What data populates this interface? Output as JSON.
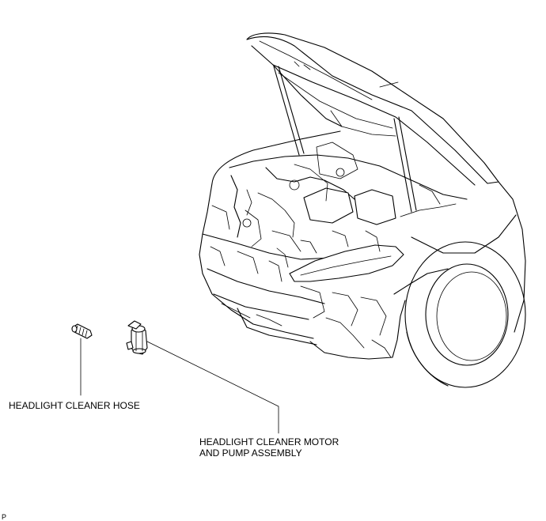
{
  "labels": {
    "hose": "HEADLIGHT CLEANER HOSE",
    "motor_line1": "HEADLIGHT CLEANER MOTOR",
    "motor_line2": "AND PUMP ASSEMBLY",
    "figure_code": "P"
  },
  "colors": {
    "line": "#000000",
    "background": "#ffffff"
  }
}
